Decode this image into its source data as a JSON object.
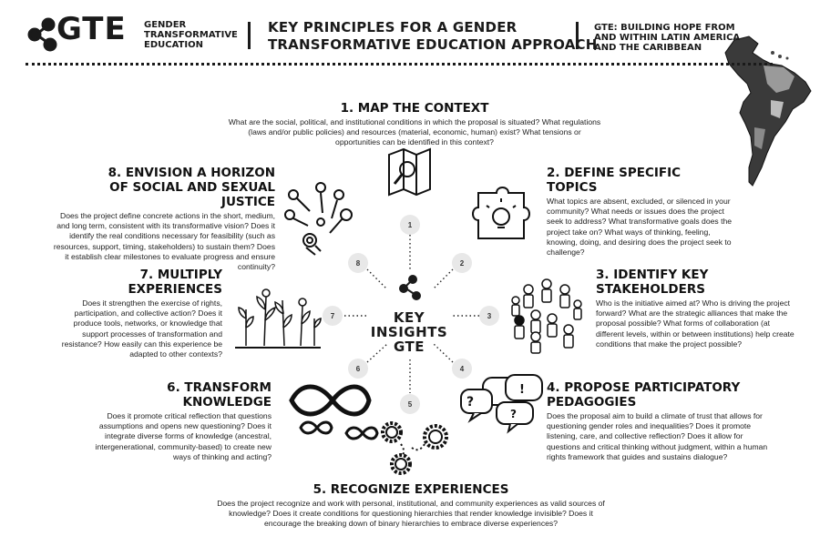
{
  "header": {
    "logo_text": "GTE",
    "logo_sub": [
      "GENDER",
      "TRANSFORMATIVE",
      "EDUCATION"
    ],
    "title": [
      "KEY PRINCIPLES FOR A GENDER",
      "TRANSFORMATIVE EDUCATION APPROACH"
    ],
    "right_text": [
      "GTE: BUILDING HOPE FROM",
      "AND WITHIN LATIN AMERICA",
      "AND THE CARIBBEAN"
    ]
  },
  "center": {
    "title": [
      "KEY",
      "INSIGHTS",
      "GTE"
    ],
    "numbers": [
      "1",
      "2",
      "3",
      "4",
      "5",
      "6",
      "7",
      "8"
    ]
  },
  "sections": {
    "s1": {
      "title": "1. MAP THE CONTEXT",
      "text": "What are the social, political, and institutional conditions in which the proposal is situated? What regulations (laws and/or public policies) and resources (material, economic, human) exist? What tensions or opportunities can be identified in this context?"
    },
    "s2": {
      "title": [
        "2. DEFINE SPECIFIC",
        "TOPICS"
      ],
      "text": "What topics are absent, excluded, or silenced in your community? What needs or issues does the project seek to address? What transformative goals does the project take on? What ways of thinking, feeling, knowing, doing, and desiring does the project seek to challenge?"
    },
    "s3": {
      "title": [
        "3. IDENTIFY KEY",
        "STAKEHOLDERS"
      ],
      "text": "Who is the initiative aimed at? Who is driving the project forward? What are the strategic alliances that make the proposal possible? What forms of collaboration (at different levels, within or between institutions) help create conditions that make the project possible?"
    },
    "s4": {
      "title": [
        "4. PROPOSE PARTICIPATORY",
        "PEDAGOGIES"
      ],
      "text": "Does the proposal aim to build a climate of trust that allows for questioning gender roles and inequalities? Does it promote listening, care, and collective reflection? Does it allow for questions and critical thinking without judgment, within a human rights framework that guides and sustains dialogue?"
    },
    "s5": {
      "title": "5. RECOGNIZE EXPERIENCES",
      "text": "Does the project recognize and work with personal, institutional, and community experiences as valid sources of knowledge? Does it create conditions for questioning hierarchies that render knowledge invisible? Does it encourage the breaking down of binary hierarchies to embrace diverse experiences?"
    },
    "s6": {
      "title": [
        "6. TRANSFORM",
        "KNOWLEDGE"
      ],
      "text": "Does it promote critical reflection that questions assumptions and opens new questioning? Does it integrate diverse forms of knowledge (ancestral, intergenerational, community-based) to create new ways of thinking and acting?"
    },
    "s7": {
      "title": [
        "7. MULTIPLY",
        "EXPERIENCES"
      ],
      "text": "Does it strengthen the exercise of rights, participation, and collective action? Does it produce tools, networks, or knowledge that support processes of transformation and resistance? How easily can this experience be adapted to other contexts?"
    },
    "s8": {
      "title": [
        "8. ENVISION A HORIZON",
        "OF SOCIAL AND SEXUAL JUSTICE"
      ],
      "text": "Does the project define concrete actions in the short, medium, and long term, consistent with its transformative vision? Does it identify the real conditions necessary for feasibility (such as resources, support, timing, stakeholders) to sustain them? Does it establish clear milestones to evaluate progress and ensure continuity?"
    }
  }
}
